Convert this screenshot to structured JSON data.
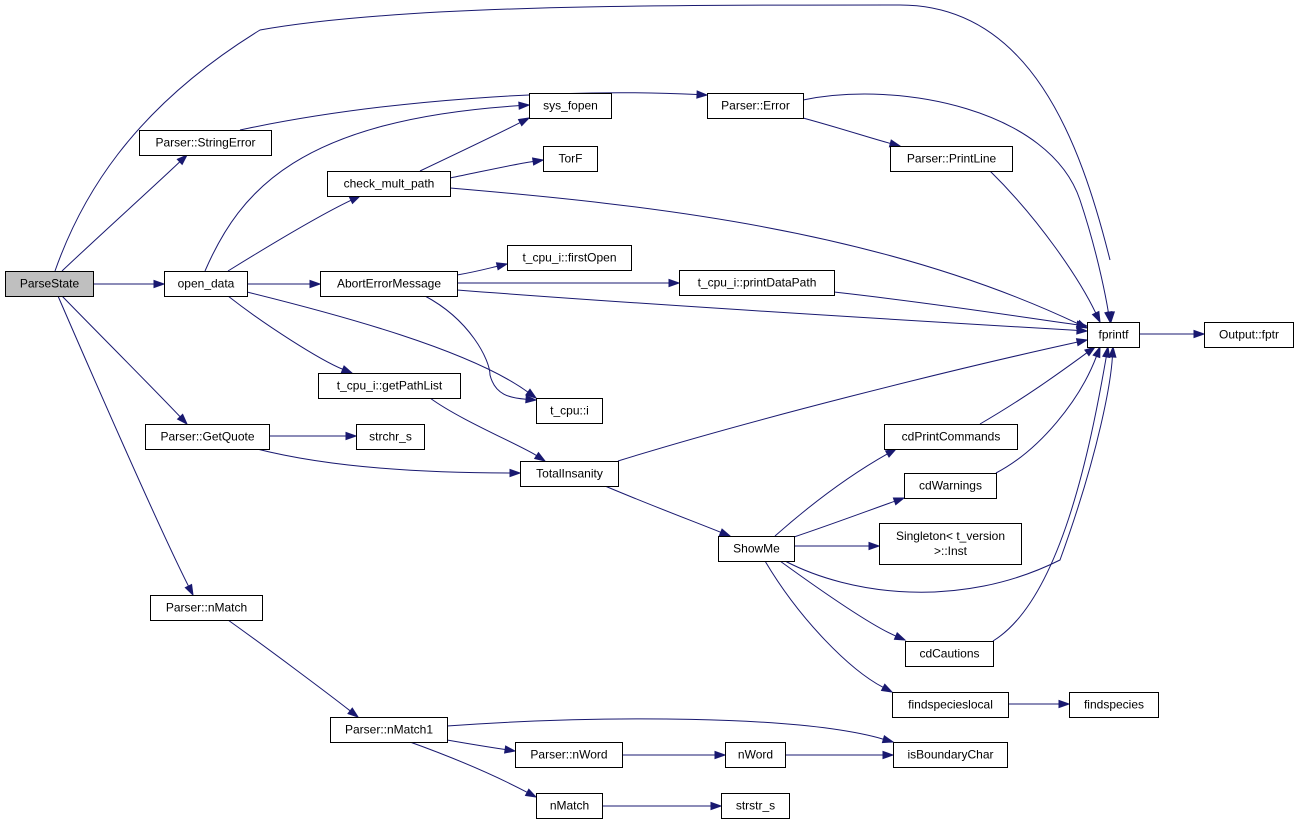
{
  "diagram": {
    "nodes": [
      {
        "id": "ParseState",
        "lines": [
          "ParseState"
        ],
        "root": true
      },
      {
        "id": "Parser::StringError",
        "lines": [
          "Parser::StringError"
        ]
      },
      {
        "id": "open_data",
        "lines": [
          "open_data"
        ]
      },
      {
        "id": "Parser::GetQuote",
        "lines": [
          "Parser::GetQuote"
        ]
      },
      {
        "id": "Parser::nMatch",
        "lines": [
          "Parser::nMatch"
        ]
      },
      {
        "id": "check_mult_path",
        "lines": [
          "check_mult_path"
        ]
      },
      {
        "id": "AbortErrorMessage",
        "lines": [
          "AbortErrorMessage"
        ]
      },
      {
        "id": "t_cpu_i::getPathList",
        "lines": [
          "t_cpu_i::getPathList"
        ]
      },
      {
        "id": "strchr_s",
        "lines": [
          "strchr_s"
        ]
      },
      {
        "id": "Parser::nMatch1",
        "lines": [
          "Parser::nMatch1"
        ]
      },
      {
        "id": "sys_fopen",
        "lines": [
          "sys_fopen"
        ]
      },
      {
        "id": "TorF",
        "lines": [
          "TorF"
        ]
      },
      {
        "id": "t_cpu_i::firstOpen",
        "lines": [
          "t_cpu_i::firstOpen"
        ]
      },
      {
        "id": "t_cpu::i",
        "lines": [
          "t_cpu::i"
        ]
      },
      {
        "id": "TotalInsanity",
        "lines": [
          "TotalInsanity"
        ]
      },
      {
        "id": "Parser::nWord",
        "lines": [
          "Parser::nWord"
        ]
      },
      {
        "id": "nMatch",
        "lines": [
          "nMatch"
        ]
      },
      {
        "id": "Parser::Error",
        "lines": [
          "Parser::Error"
        ]
      },
      {
        "id": "t_cpu_i::printDataPath",
        "lines": [
          "t_cpu_i::printDataPath"
        ]
      },
      {
        "id": "ShowMe",
        "lines": [
          "ShowMe"
        ]
      },
      {
        "id": "nWord",
        "lines": [
          "nWord"
        ]
      },
      {
        "id": "strstr_s",
        "lines": [
          "strstr_s"
        ]
      },
      {
        "id": "Parser::PrintLine",
        "lines": [
          "Parser::PrintLine"
        ]
      },
      {
        "id": "cdPrintCommands",
        "lines": [
          "cdPrintCommands"
        ]
      },
      {
        "id": "cdWarnings",
        "lines": [
          "cdWarnings"
        ]
      },
      {
        "id": "Singleton<t_version>::Inst",
        "lines": [
          "Singleton< t_version",
          ">::Inst"
        ]
      },
      {
        "id": "cdCautions",
        "lines": [
          "cdCautions"
        ]
      },
      {
        "id": "findspecieslocal",
        "lines": [
          "findspecieslocal"
        ]
      },
      {
        "id": "isBoundaryChar",
        "lines": [
          "isBoundaryChar"
        ]
      },
      {
        "id": "fprintf",
        "lines": [
          "fprintf"
        ]
      },
      {
        "id": "findspecies",
        "lines": [
          "findspecies"
        ]
      },
      {
        "id": "Output::fptr",
        "lines": [
          "Output::fptr"
        ]
      }
    ],
    "edges": [
      {
        "from": "ParseState",
        "to": "fprintf"
      },
      {
        "from": "ParseState",
        "to": "Parser::StringError"
      },
      {
        "from": "ParseState",
        "to": "open_data"
      },
      {
        "from": "ParseState",
        "to": "Parser::GetQuote"
      },
      {
        "from": "ParseState",
        "to": "Parser::nMatch"
      },
      {
        "from": "Parser::StringError",
        "to": "Parser::Error"
      },
      {
        "from": "open_data",
        "to": "sys_fopen"
      },
      {
        "from": "open_data",
        "to": "check_mult_path"
      },
      {
        "from": "open_data",
        "to": "AbortErrorMessage"
      },
      {
        "from": "open_data",
        "to": "t_cpu_i::getPathList"
      },
      {
        "from": "open_data",
        "to": "t_cpu::i"
      },
      {
        "from": "check_mult_path",
        "to": "sys_fopen"
      },
      {
        "from": "check_mult_path",
        "to": "TorF"
      },
      {
        "from": "check_mult_path",
        "to": "fprintf"
      },
      {
        "from": "AbortErrorMessage",
        "to": "t_cpu_i::firstOpen"
      },
      {
        "from": "AbortErrorMessage",
        "to": "t_cpu_i::printDataPath"
      },
      {
        "from": "AbortErrorMessage",
        "to": "fprintf"
      },
      {
        "from": "AbortErrorMessage",
        "to": "t_cpu::i"
      },
      {
        "from": "t_cpu_i::getPathList",
        "to": "TotalInsanity"
      },
      {
        "from": "Parser::GetQuote",
        "to": "strchr_s"
      },
      {
        "from": "Parser::GetQuote",
        "to": "TotalInsanity"
      },
      {
        "from": "Parser::nMatch",
        "to": "Parser::nMatch1"
      },
      {
        "from": "Parser::nMatch1",
        "to": "isBoundaryChar"
      },
      {
        "from": "Parser::nMatch1",
        "to": "Parser::nWord"
      },
      {
        "from": "Parser::nMatch1",
        "to": "nMatch"
      },
      {
        "from": "Parser::nWord",
        "to": "nWord"
      },
      {
        "from": "nWord",
        "to": "isBoundaryChar"
      },
      {
        "from": "nMatch",
        "to": "strstr_s"
      },
      {
        "from": "Parser::Error",
        "to": "Parser::PrintLine"
      },
      {
        "from": "Parser::Error",
        "to": "fprintf"
      },
      {
        "from": "Parser::PrintLine",
        "to": "fprintf"
      },
      {
        "from": "t_cpu_i::printDataPath",
        "to": "fprintf"
      },
      {
        "from": "TotalInsanity",
        "to": "fprintf"
      },
      {
        "from": "TotalInsanity",
        "to": "ShowMe"
      },
      {
        "from": "ShowMe",
        "to": "cdPrintCommands"
      },
      {
        "from": "ShowMe",
        "to": "cdWarnings"
      },
      {
        "from": "ShowMe",
        "to": "Singleton<t_version>::Inst"
      },
      {
        "from": "ShowMe",
        "to": "fprintf"
      },
      {
        "from": "ShowMe",
        "to": "cdCautions"
      },
      {
        "from": "ShowMe",
        "to": "findspecieslocal"
      },
      {
        "from": "cdPrintCommands",
        "to": "fprintf"
      },
      {
        "from": "cdWarnings",
        "to": "fprintf"
      },
      {
        "from": "cdCautions",
        "to": "fprintf"
      },
      {
        "from": "findspecieslocal",
        "to": "findspecies"
      },
      {
        "from": "fprintf",
        "to": "Output::fptr"
      }
    ],
    "colors": {
      "edge": "#191970",
      "node_border": "#000000",
      "node_fill": "#ffffff",
      "root_fill": "#bfbfbf"
    }
  }
}
